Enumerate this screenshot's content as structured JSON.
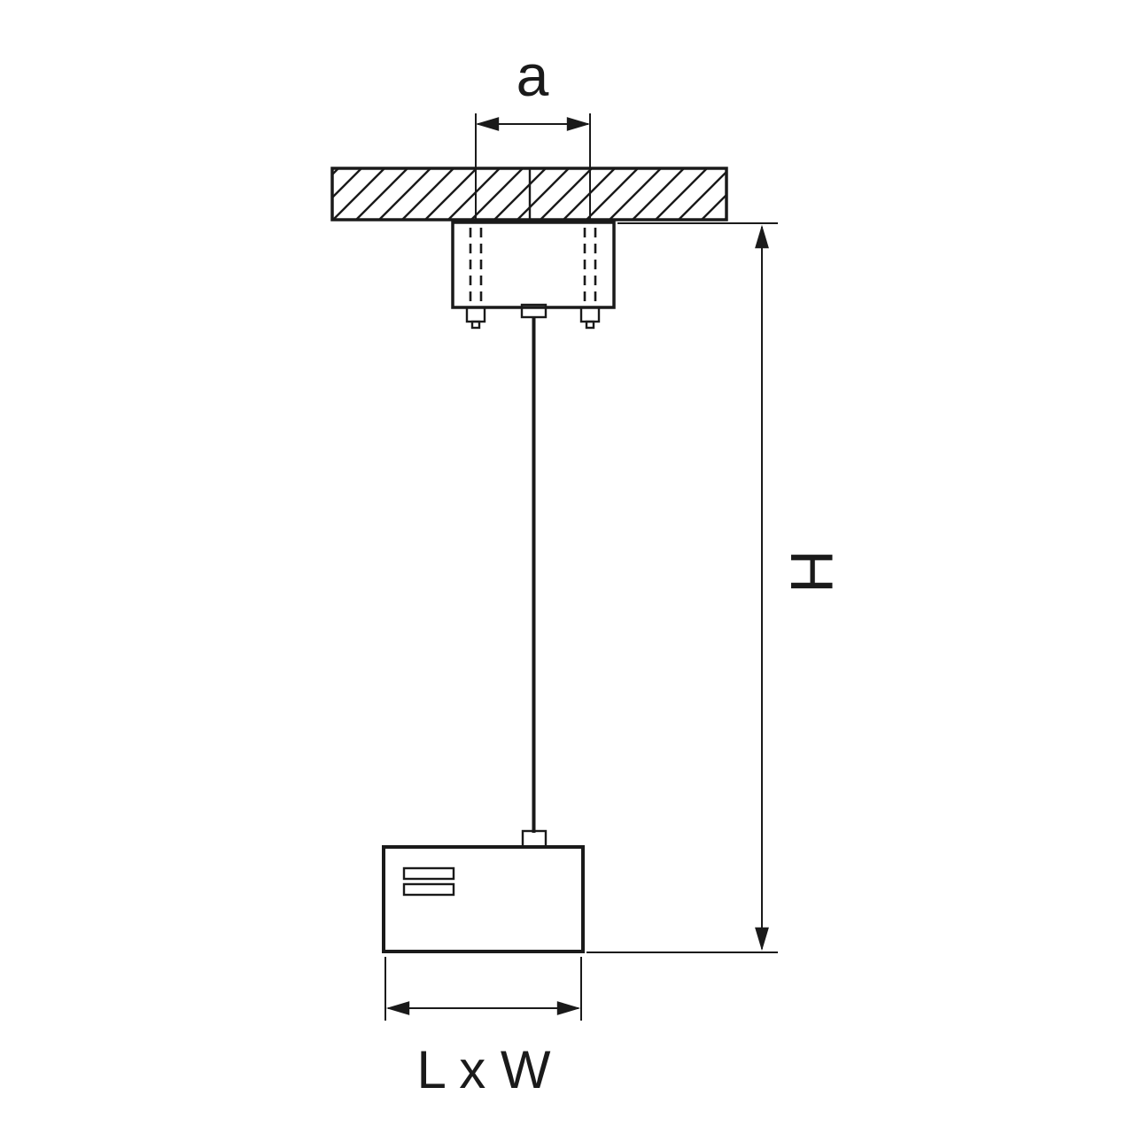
{
  "diagram": {
    "type": "technical-dimension-drawing",
    "subject": "ceiling pendant fixture mounting diagram",
    "labels": {
      "spacing": "a",
      "height": "H",
      "footprint": "L x W"
    },
    "colors": {
      "line": "#1a1a1a",
      "background": "#ffffff"
    }
  }
}
